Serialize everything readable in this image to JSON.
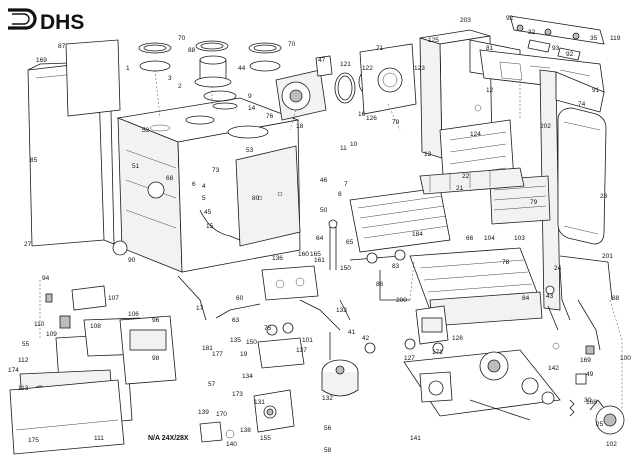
{
  "brand": {
    "logo_text": "DHS"
  },
  "note": "N/A 24X/28X",
  "part_labels": [
    "87",
    "169",
    "85",
    "27",
    "90",
    "70",
    "88",
    "70",
    "1",
    "3",
    "2",
    "44",
    "9",
    "14",
    "52",
    "76",
    "51",
    "68",
    "6",
    "4",
    "5",
    "45",
    "15",
    "73",
    "53",
    "80",
    "47",
    "121",
    "122",
    "71",
    "123",
    "125",
    "203",
    "81",
    "92",
    "32",
    "35",
    "119",
    "93",
    "92",
    "91",
    "74",
    "12",
    "18",
    "16",
    "126",
    "11",
    "10",
    "79",
    "202",
    "23",
    "13",
    "124",
    "22",
    "21",
    "7",
    "46",
    "50",
    "8",
    "66",
    "184",
    "65",
    "64",
    "165",
    "79",
    "78",
    "104",
    "103",
    "160",
    "161",
    "150",
    "83",
    "86",
    "200",
    "84",
    "201",
    "43",
    "88",
    "94",
    "107",
    "110",
    "109",
    "111",
    "108",
    "106",
    "96",
    "98",
    "55",
    "112",
    "174",
    "175",
    "113",
    "138",
    "136",
    "60",
    "63",
    "17",
    "181",
    "135",
    "177",
    "57",
    "150",
    "101",
    "173",
    "134",
    "131",
    "170",
    "155",
    "139",
    "140",
    "137",
    "133",
    "75",
    "19",
    "132",
    "56",
    "58",
    "41",
    "42",
    "128",
    "127",
    "171",
    "142",
    "141",
    "169",
    "100",
    "168",
    "102",
    "24",
    "49",
    "25",
    "30"
  ]
}
